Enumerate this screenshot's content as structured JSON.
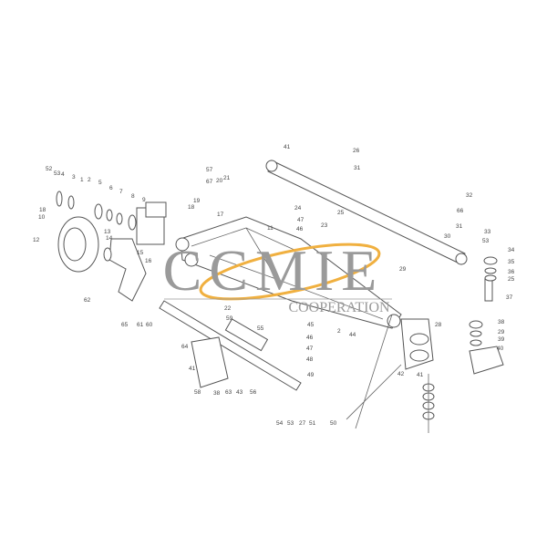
{
  "diagram": {
    "type": "exploded parts diagram",
    "callouts": [
      "52",
      "53",
      "4",
      "3",
      "1",
      "2",
      "5",
      "6",
      "7",
      "8",
      "9",
      "18",
      "10",
      "12",
      "13",
      "14",
      "15",
      "16",
      "62",
      "65",
      "61",
      "60",
      "57",
      "67",
      "20",
      "21",
      "19",
      "18",
      "17",
      "41",
      "26",
      "31",
      "24",
      "25",
      "47",
      "46",
      "23",
      "11",
      "29",
      "22",
      "59",
      "55",
      "64",
      "41",
      "45",
      "46",
      "47",
      "48",
      "2",
      "44",
      "49",
      "58",
      "38",
      "63",
      "43",
      "56",
      "54",
      "53",
      "27",
      "51",
      "50",
      "32",
      "66",
      "31",
      "30",
      "33",
      "53",
      "34",
      "35",
      "36",
      "25",
      "37",
      "28",
      "38",
      "29",
      "39",
      "40",
      "42",
      "41"
    ]
  },
  "watermark": {
    "logo_text": "CCMIE",
    "subtext": "COOPERATION",
    "accent_color": "#f0b040",
    "text_color": "#9a9a9a"
  }
}
